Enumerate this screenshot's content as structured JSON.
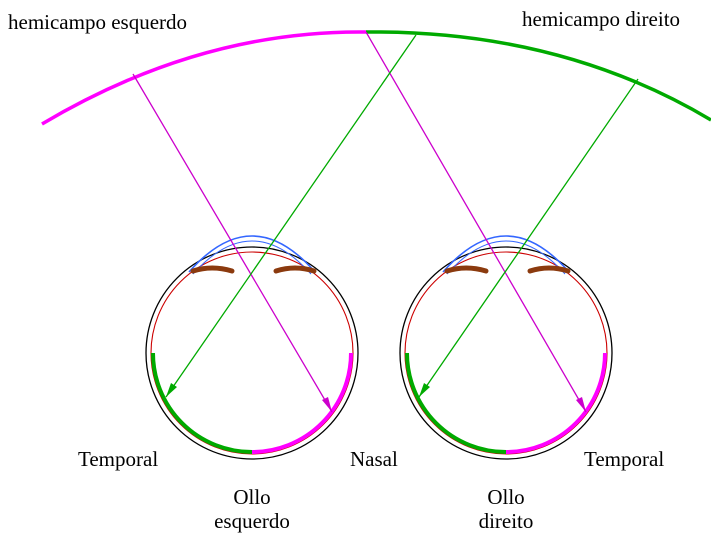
{
  "labels": {
    "left_hemifield": "hemicampo esquerdo",
    "right_hemifield": "hemicampo direito",
    "temporal_left": "Temporal",
    "nasal": "Nasal",
    "temporal_right": "Temporal",
    "left_eye_line1": "Ollo",
    "left_eye_line2": "esquerdo",
    "right_eye_line1": "Ollo",
    "right_eye_line2": "direito"
  },
  "colors": {
    "left_hemifield": "#ff00ff",
    "left_ray": "#cc00cc",
    "right_hemifield": "#00aa00",
    "cornea": "#3366ff",
    "lens": "#8b3a0e",
    "retina_inner": "#cc0000",
    "eye_outline": "#000000"
  }
}
